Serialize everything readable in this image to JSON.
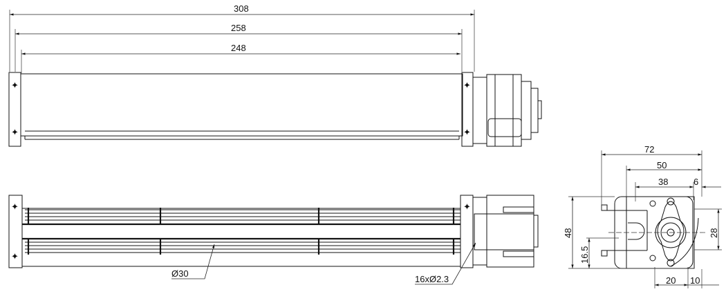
{
  "drawing": {
    "top_view": {
      "dims": {
        "overall": "308",
        "between_brackets": "258",
        "impeller": "248"
      }
    },
    "front_view": {
      "callouts": {
        "impeller_diameter": "Ø30",
        "holes": "16xØ2.3"
      }
    },
    "side_view": {
      "dims": {
        "width_total": "72",
        "width_housing": "50",
        "width_inner": "38",
        "offset": "6",
        "height": "48",
        "shaft_height": "16.5",
        "outlet": "28",
        "bottom_a": "20",
        "bottom_b": "10"
      }
    }
  }
}
